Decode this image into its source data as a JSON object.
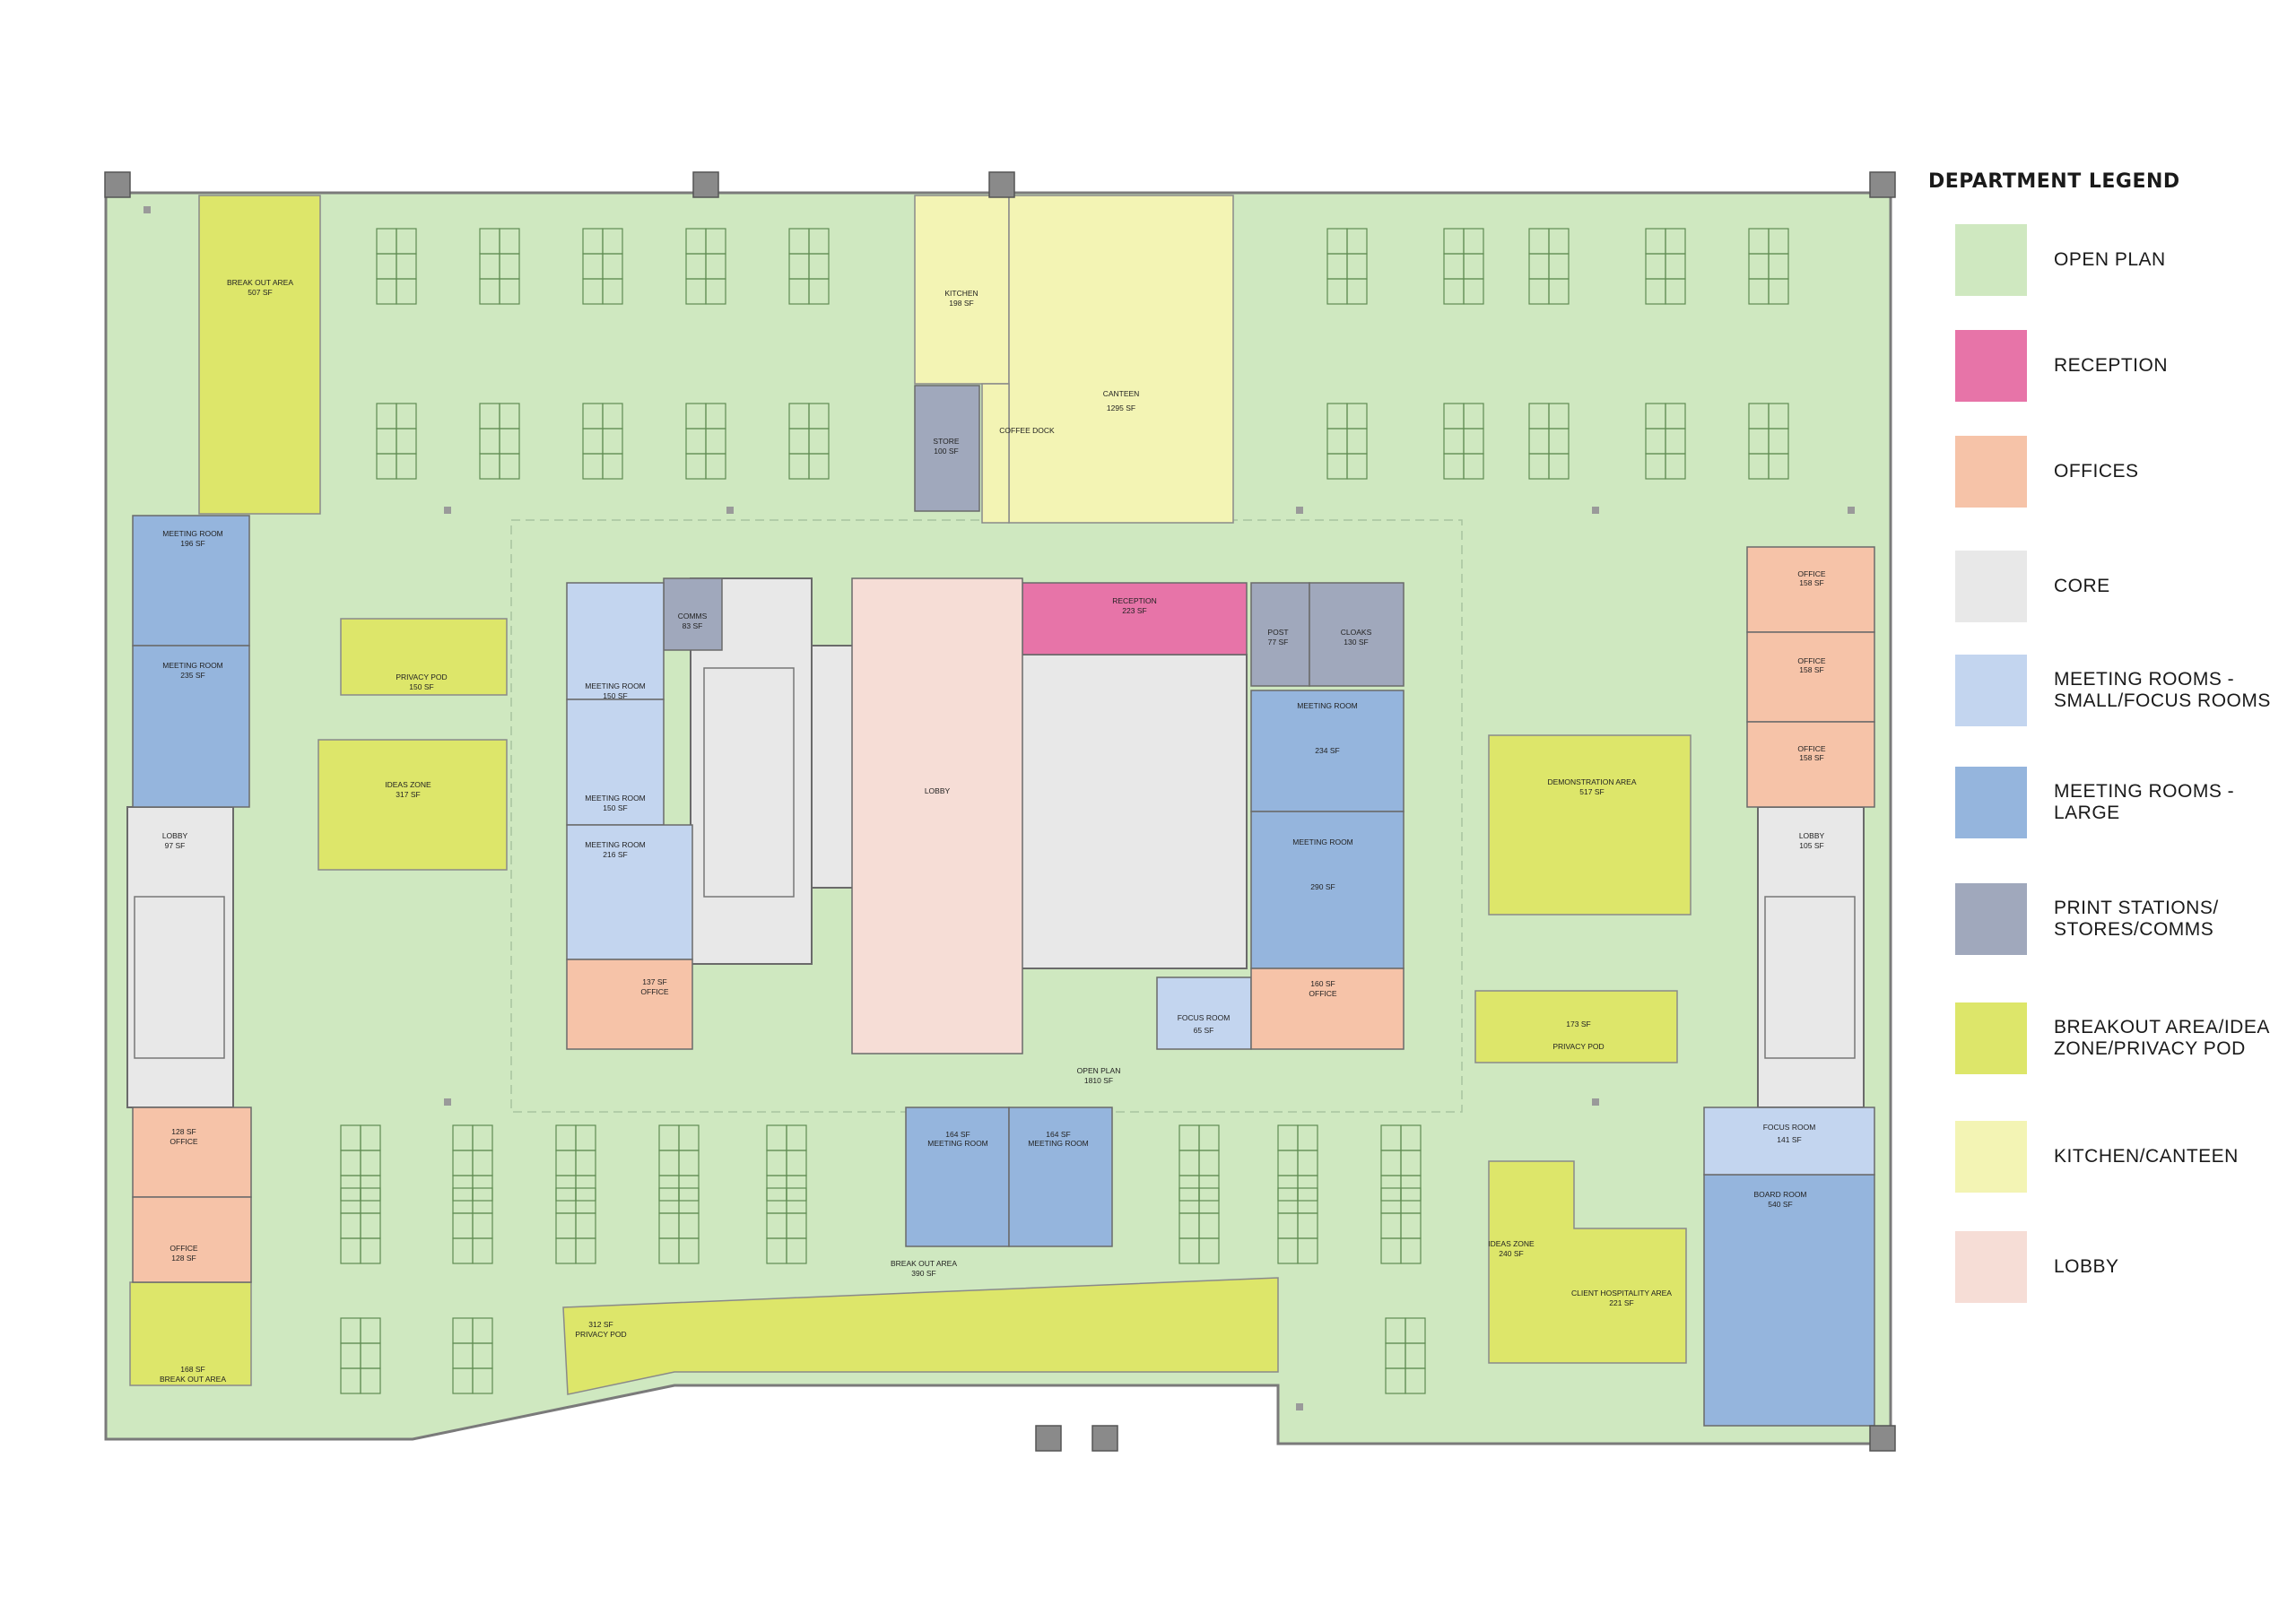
{
  "legend": {
    "title": "DEPARTMENT LEGEND",
    "items": [
      {
        "label": "OPEN PLAN",
        "color": "#cfe8c0"
      },
      {
        "label": "RECEPTION",
        "color": "#e774a8"
      },
      {
        "label": "OFFICES",
        "color": "#f6c3a8"
      },
      {
        "label": "CORE",
        "color": "#e8e8e8"
      },
      {
        "label": "MEETING ROOMS - SMALL/FOCUS ROOMS",
        "color": "#c3d5ef"
      },
      {
        "label": "MEETING ROOMS - LARGE",
        "color": "#95b5dd"
      },
      {
        "label": "PRINT STATIONS/ STORES/COMMS",
        "color": "#a0a8bc"
      },
      {
        "label": "BREAKOUT AREA/IDEA ZONE/PRIVACY POD",
        "color": "#dde66a"
      },
      {
        "label": "KITCHEN/CANTEEN",
        "color": "#f3f4b4"
      },
      {
        "label": "LOBBY",
        "color": "#f6ddd6"
      }
    ]
  },
  "rooms": [
    {
      "id": "breakout-nw",
      "type": "breakout",
      "name": "BREAK OUT AREA",
      "area": "507 SF"
    },
    {
      "id": "kitchen",
      "type": "kitchen",
      "name": "KITCHEN",
      "area": "198 SF"
    },
    {
      "id": "store",
      "type": "print",
      "name": "STORE",
      "area": "100 SF"
    },
    {
      "id": "coffee-dock",
      "type": "kitchen",
      "name": "COFFEE DOCK",
      "area": ""
    },
    {
      "id": "canteen",
      "type": "kitchen",
      "name": "CANTEEN",
      "area": "1295 SF"
    },
    {
      "id": "meeting-w1",
      "type": "large",
      "name": "MEETING ROOM",
      "area": "196 SF"
    },
    {
      "id": "meeting-w2",
      "type": "large",
      "name": "MEETING ROOM",
      "area": "235 SF"
    },
    {
      "id": "privacy-pod-w",
      "type": "breakout",
      "name": "PRIVACY POD",
      "area": "150 SF"
    },
    {
      "id": "ideas-zone-w",
      "type": "breakout",
      "name": "IDEAS ZONE",
      "area": "317 SF"
    },
    {
      "id": "lobby-w",
      "type": "core",
      "name": "LOBBY",
      "area": "97 SF"
    },
    {
      "id": "office-w1",
      "type": "office",
      "name": "OFFICE",
      "area": "128 SF"
    },
    {
      "id": "office-w2",
      "type": "office",
      "name": "OFFICE",
      "area": "128 SF"
    },
    {
      "id": "breakout-sw",
      "type": "breakout",
      "name": "BREAK OUT AREA",
      "area": "168 SF"
    },
    {
      "id": "meeting-c1",
      "type": "small",
      "name": "MEETING ROOM",
      "area": "150 SF"
    },
    {
      "id": "meeting-c2",
      "type": "small",
      "name": "MEETING ROOM",
      "area": "150 SF"
    },
    {
      "id": "meeting-c3",
      "type": "small",
      "name": "MEETING ROOM",
      "area": "216 SF"
    },
    {
      "id": "office-c1",
      "type": "office",
      "name": "OFFICE",
      "area": "137 SF"
    },
    {
      "id": "comms",
      "type": "print",
      "name": "COMMS",
      "area": "83 SF"
    },
    {
      "id": "lobby-c",
      "type": "lobby",
      "name": "LOBBY",
      "area": ""
    },
    {
      "id": "reception",
      "type": "reception",
      "name": "RECEPTION",
      "area": "223 SF"
    },
    {
      "id": "post",
      "type": "print",
      "name": "POST",
      "area": "77 SF"
    },
    {
      "id": "cloaks",
      "type": "print",
      "name": "CLOAKS",
      "area": "130 SF"
    },
    {
      "id": "meeting-c4",
      "type": "large",
      "name": "MEETING ROOM",
      "area": "234 SF"
    },
    {
      "id": "meeting-c5",
      "type": "large",
      "name": "MEETING ROOM",
      "area": "290 SF"
    },
    {
      "id": "focus-c",
      "type": "small",
      "name": "FOCUS ROOM",
      "area": "65 SF"
    },
    {
      "id": "office-c2",
      "type": "office",
      "name": "OFFICE",
      "area": "160 SF"
    },
    {
      "id": "open-plan",
      "type": "open",
      "name": "OPEN PLAN",
      "area": "1810 SF"
    },
    {
      "id": "meeting-s1",
      "type": "large",
      "name": "MEETING ROOM",
      "area": "164 SF"
    },
    {
      "id": "meeting-s2",
      "type": "large",
      "name": "MEETING ROOM",
      "area": "164 SF"
    },
    {
      "id": "breakout-s",
      "type": "breakout",
      "name": "BREAK OUT AREA",
      "area": "390 SF"
    },
    {
      "id": "privacy-pod-s",
      "type": "breakout",
      "name": "PRIVACY POD",
      "area": "312 SF"
    },
    {
      "id": "demo-area",
      "type": "breakout",
      "name": "DEMONSTRATION AREA",
      "area": "517 SF"
    },
    {
      "id": "privacy-pod-e",
      "type": "breakout",
      "name": "PRIVACY POD",
      "area": "173 SF"
    },
    {
      "id": "office-e1",
      "type": "office",
      "name": "OFFICE",
      "area": "158 SF"
    },
    {
      "id": "office-e2",
      "type": "office",
      "name": "OFFICE",
      "area": "158 SF"
    },
    {
      "id": "office-e3",
      "type": "office",
      "name": "OFFICE",
      "area": "158 SF"
    },
    {
      "id": "lobby-e",
      "type": "core",
      "name": "LOBBY",
      "area": "105 SF"
    },
    {
      "id": "focus-e",
      "type": "small",
      "name": "FOCUS ROOM",
      "area": "141 SF"
    },
    {
      "id": "board-room",
      "type": "large",
      "name": "BOARD ROOM",
      "area": "540 SF"
    },
    {
      "id": "ideas-zone-e",
      "type": "breakout",
      "name": "IDEAS ZONE",
      "area": "240 SF"
    },
    {
      "id": "client-hospitality",
      "type": "breakout",
      "name": "CLIENT HOSPITALITY AREA",
      "area": "221 SF"
    }
  ]
}
